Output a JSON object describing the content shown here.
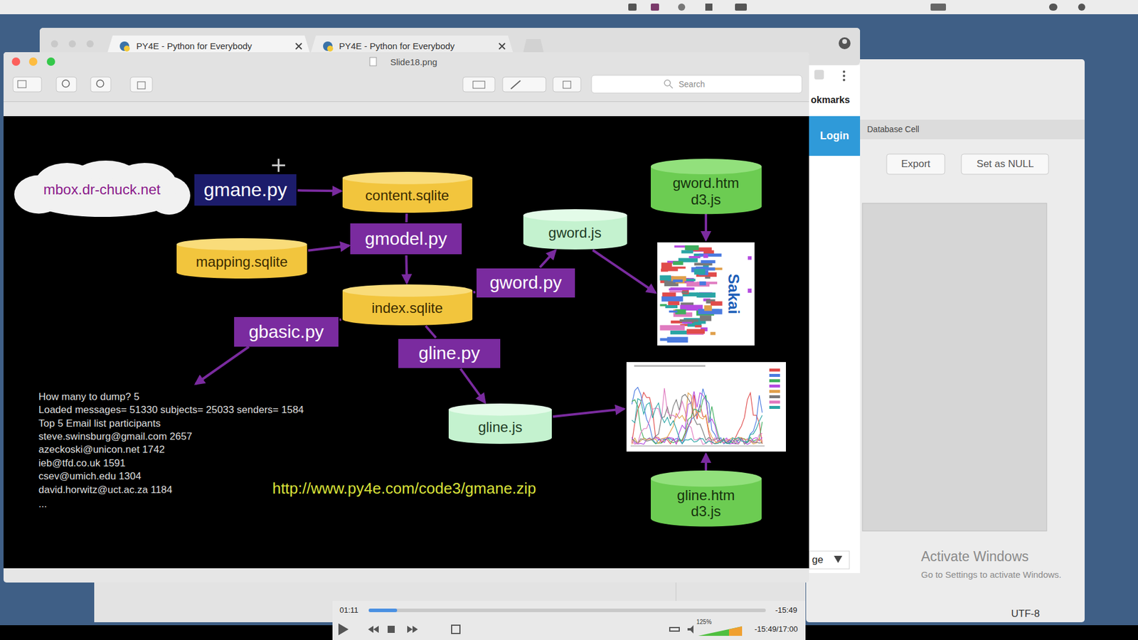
{
  "diagram": {
    "nodes": [
      {
        "text": [
          "mbox.dr-chuck.net"
        ]
      },
      {
        "text": [
          "gmane.py"
        ]
      },
      {
        "text": [
          "content.sqlite"
        ]
      },
      {
        "text": [
          "gword.htm d3.js"
        ]
      },
      {
        "text": [
          "gmodel.py"
        ]
      },
      {
        "text": [
          "gword.js"
        ]
      },
      {
        "text": [
          "mapping.sqlite"
        ]
      },
      {
        "text": [
          "gword.py"
        ]
      },
      {
        "text": [
          "index.sqlite"
        ]
      },
      {
        "text": [
          "gbasic.py"
        ]
      },
      {
        "text": [
          "gline.py"
        ]
      },
      {
        "text": [
          "gline.js"
        ]
      },
      {
        "text": [
          "gline.htm d3.js"
        ]
      }
    ],
    "edges": [
      {
        "from": 1,
        "to": 2,
        "arrow": "to"
      },
      {
        "from": 2,
        "to": 4,
        "arrow": "none"
      },
      {
        "from": 6,
        "to": 4,
        "arrow": "to"
      },
      {
        "from": 4,
        "to": 8,
        "arrow": "to"
      },
      {
        "from": 8,
        "to": 7,
        "arrow": "none"
      },
      {
        "from": 7,
        "to": 5,
        "arrow": "to"
      },
      {
        "from": 8,
        "to": 9,
        "arrow": "none"
      },
      {
        "from": 8,
        "to": 10,
        "arrow": "none"
      },
      {
        "from": 10,
        "to": 11,
        "arrow": "to"
      }
    ],
    "labels": [
      "PY4E - Python for Everybody",
      "PY4E - Python for Everybody",
      "Slide18.png",
      "Search",
      "okmarks",
      "Login",
      "Database Cell",
      "Export",
      "Set as NULL",
      "ge",
      "Activate Windows",
      "Go to Settings to activate Windows.",
      "UTF-8",
      "01:11",
      "-15:49",
      "125%",
      "-15:49/17:00",
      "Sakai",
      "How many to dump? 5",
      "Loaded messages= 51330 subjects= 25033 senders= 1584",
      "Top 5 Email list participants",
      "steve.swinsburg@gmail.com 2657",
      "azeckoski@unicon.net 1742",
      "ieb@tfd.co.uk 1591",
      "csev@umich.edu 1304",
      "david.horwitz@uct.ac.za 1184",
      "...",
      "http://www.py4e.com/code3/gmane.zip"
    ]
  }
}
